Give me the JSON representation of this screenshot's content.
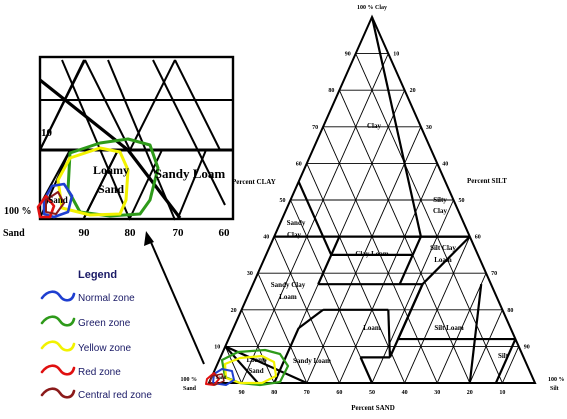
{
  "main_triangle": {
    "apex_label": "100 % Clay",
    "left_corner_label_top": "100 %",
    "left_corner_label_bottom": "Sand",
    "right_corner_label_top": "100 %",
    "right_corner_label_bottom": "Silt",
    "axis_clay": "Percent CLAY",
    "axis_silt": "Percent SILT",
    "axis_sand": "Percent SAND",
    "left_ticks": [
      "10",
      "20",
      "30",
      "40",
      "50",
      "60",
      "70",
      "80",
      "90"
    ],
    "right_ticks": [
      "10",
      "20",
      "30",
      "40",
      "50",
      "60",
      "70",
      "80",
      "90"
    ],
    "bottom_ticks": [
      "90",
      "80",
      "70",
      "60",
      "50",
      "40",
      "30",
      "20",
      "10"
    ],
    "classes": {
      "clay": "Clay",
      "silty_clay_1": "Silty",
      "silty_clay_2": "Clay",
      "sandy_clay_1": "Sandy",
      "sandy_clay_2": "Clay",
      "clay_loam": "Clay Loam",
      "silt_clay_loam_1": "Silt Clay",
      "silt_clay_loam_2": "Loam",
      "sandy_clay_loam_1": "Sandy Clay",
      "sandy_clay_loam_2": "Loam",
      "loam": "Loam",
      "silt_loam": "Silt Loam",
      "loamy_sand_1": "Loamy",
      "loamy_sand_2": "Sand",
      "sandy_loam": "Sandy Loam",
      "silt": "Silt"
    }
  },
  "inset": {
    "tick_10": "10",
    "corner_top": "100 %",
    "corner_bottom": "Sand",
    "bottom_ticks": [
      "90",
      "80",
      "70",
      "60"
    ],
    "loamy_sand_1": "Loamy",
    "loamy_sand_2": "Sand",
    "sandy_loam": "Sandy Loam",
    "sand_class": "Sand"
  },
  "legend": {
    "title": "Legend",
    "items": [
      {
        "label": "Normal zone",
        "color": "#1f3fd0"
      },
      {
        "label": "Green zone",
        "color": "#2e9a1a"
      },
      {
        "label": "Yellow zone",
        "color": "#f2f200"
      },
      {
        "label": "Red zone",
        "color": "#e01010"
      },
      {
        "label": "Central red zone",
        "color": "#8b1a1a"
      }
    ]
  }
}
